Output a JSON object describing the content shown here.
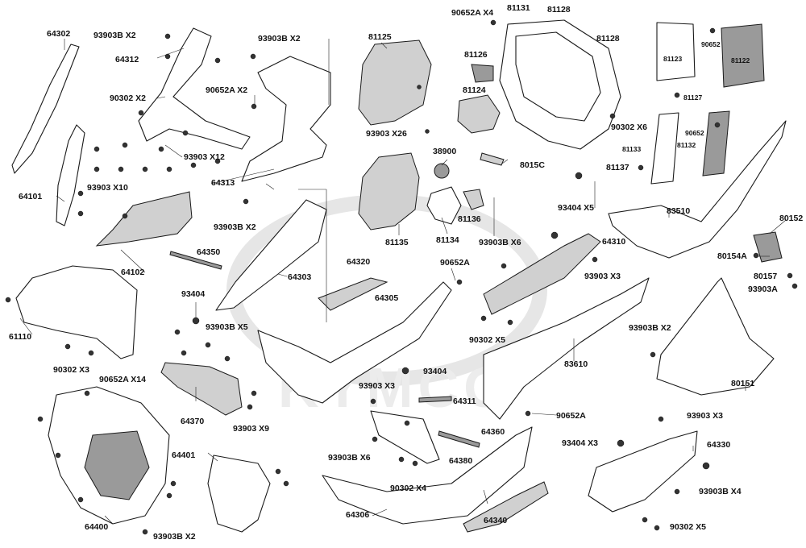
{
  "watermark": "KYMCO",
  "labels": [
    {
      "id": "l64302",
      "text": "64302"
    },
    {
      "id": "l93903b_x2_a",
      "text": "93903B  X2"
    },
    {
      "id": "l64312",
      "text": "64312"
    },
    {
      "id": "l93903b_x2_b",
      "text": "93903B  X2"
    },
    {
      "id": "l90652a_x2",
      "text": "90652A  X2"
    },
    {
      "id": "l90302_x2",
      "text": "90302  X2"
    },
    {
      "id": "l93903_x12",
      "text": "93903  X12"
    },
    {
      "id": "l64101",
      "text": "64101"
    },
    {
      "id": "l93903_x10",
      "text": "93903  X10"
    },
    {
      "id": "l64313",
      "text": "64313"
    },
    {
      "id": "l93903b_x2_c",
      "text": "93903B  X2"
    },
    {
      "id": "l64102",
      "text": "64102"
    },
    {
      "id": "l64350",
      "text": "64350"
    },
    {
      "id": "l64303",
      "text": "64303"
    },
    {
      "id": "l93404_a",
      "text": "93404"
    },
    {
      "id": "l61110",
      "text": "61110"
    },
    {
      "id": "l93903b_x5",
      "text": "93903B  X5"
    },
    {
      "id": "l90302_x3",
      "text": "90302  X3"
    },
    {
      "id": "l90652a_x14",
      "text": "90652A  X14"
    },
    {
      "id": "l64370",
      "text": "64370"
    },
    {
      "id": "l93903_x9",
      "text": "93903  X9"
    },
    {
      "id": "l64401",
      "text": "64401"
    },
    {
      "id": "l64400",
      "text": "64400"
    },
    {
      "id": "l93903b_x2_d",
      "text": "93903B  X2"
    },
    {
      "id": "l81125",
      "text": "81125"
    },
    {
      "id": "l93903_x26",
      "text": "93903  X26"
    },
    {
      "id": "l81135",
      "text": "81135"
    },
    {
      "id": "l90652a_x4",
      "text": "90652A  X4"
    },
    {
      "id": "l81131",
      "text": "81131"
    },
    {
      "id": "l81128_a",
      "text": "81128"
    },
    {
      "id": "l81128_b",
      "text": "81128"
    },
    {
      "id": "l81126",
      "text": "81126"
    },
    {
      "id": "l81124",
      "text": "81124"
    },
    {
      "id": "l38900",
      "text": "38900"
    },
    {
      "id": "l8015c",
      "text": "8015C"
    },
    {
      "id": "l81136",
      "text": "81136"
    },
    {
      "id": "l81134",
      "text": "81134"
    },
    {
      "id": "l93903b_x6_a",
      "text": "93903B  X6"
    },
    {
      "id": "l64320",
      "text": "64320"
    },
    {
      "id": "l64305",
      "text": "64305"
    },
    {
      "id": "l90652a_single_a",
      "text": "90652A"
    },
    {
      "id": "l93404_b",
      "text": "93404"
    },
    {
      "id": "l93903_x3_a",
      "text": "93903  X3"
    },
    {
      "id": "l64311",
      "text": "64311"
    },
    {
      "id": "l64360",
      "text": "64360"
    },
    {
      "id": "l93903b_x6_b",
      "text": "93903B  X6"
    },
    {
      "id": "l64380",
      "text": "64380"
    },
    {
      "id": "l90302_x4",
      "text": "90302  X4"
    },
    {
      "id": "l64306",
      "text": "64306"
    },
    {
      "id": "l64340",
      "text": "64340"
    },
    {
      "id": "l81123",
      "text": "81123"
    },
    {
      "id": "l90652_a",
      "text": "90652"
    },
    {
      "id": "l81122",
      "text": "81122"
    },
    {
      "id": "l81127",
      "text": "81127"
    },
    {
      "id": "l90302_x6",
      "text": "90302  X6"
    },
    {
      "id": "l90652_b",
      "text": "90652"
    },
    {
      "id": "l81133",
      "text": "81133"
    },
    {
      "id": "l81132",
      "text": "81132"
    },
    {
      "id": "l81137",
      "text": "81137"
    },
    {
      "id": "l93404_x5",
      "text": "93404  X5"
    },
    {
      "id": "l83510",
      "text": "83510"
    },
    {
      "id": "l80152",
      "text": "80152"
    },
    {
      "id": "l64310",
      "text": "64310"
    },
    {
      "id": "l80154a",
      "text": "80154A"
    },
    {
      "id": "l93903_x3_b",
      "text": "93903  X3"
    },
    {
      "id": "l80157",
      "text": "80157"
    },
    {
      "id": "l93903a",
      "text": "93903A"
    },
    {
      "id": "l90302_x5_a",
      "text": "90302  X5"
    },
    {
      "id": "l93903b_x2_e",
      "text": "93903B  X2"
    },
    {
      "id": "l83610",
      "text": "83610"
    },
    {
      "id": "l80151",
      "text": "80151"
    },
    {
      "id": "l90652a_single_b",
      "text": "90652A"
    },
    {
      "id": "l93903_x3_c",
      "text": "93903  X3"
    },
    {
      "id": "l93404_x3",
      "text": "93404  X3"
    },
    {
      "id": "l64330",
      "text": "64330"
    },
    {
      "id": "l93903b_x4",
      "text": "93903B  X4"
    },
    {
      "id": "l90302_x5_b",
      "text": "90302  X5"
    }
  ]
}
